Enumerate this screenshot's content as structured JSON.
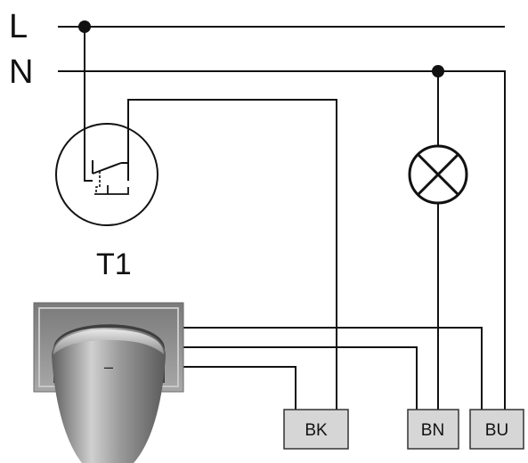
{
  "lines": {
    "live": "L",
    "neutral": "N"
  },
  "switch": {
    "label": "T1"
  },
  "device": {
    "mark": "–"
  },
  "terminals": {
    "bk": "BK",
    "bn": "BN",
    "bu": "BU"
  },
  "colors": {
    "wire": "#111111",
    "terminal_fill": "#d6d6d6",
    "terminal_stroke": "#333333",
    "device_housing": "#8a8a8a",
    "device_body": "#a6a6a6"
  }
}
